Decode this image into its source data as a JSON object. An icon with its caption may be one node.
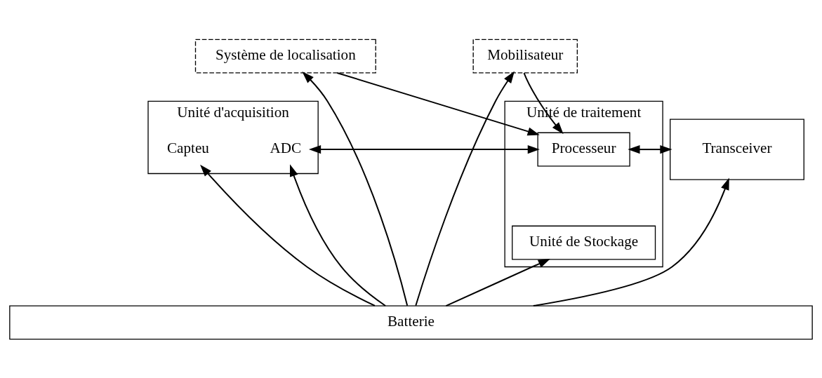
{
  "diagram": {
    "nodes": [
      {
        "text": [
          "Système de localisation"
        ]
      },
      {
        "text": [
          "Mobilisateur"
        ]
      },
      {
        "text": [
          "Unité d'acquisition"
        ]
      },
      {
        "text": [
          "Capteu"
        ],
        "in": 2
      },
      {
        "text": [
          "ADC"
        ],
        "in": 2
      },
      {
        "text": [
          "Unité de traitement"
        ]
      },
      {
        "text": [
          "Processeur"
        ],
        "in": 5
      },
      {
        "text": [
          "Unité de Stockage"
        ],
        "in": 5
      },
      {
        "text": [
          "Transceiver"
        ]
      },
      {
        "text": [
          "Batterie"
        ]
      }
    ],
    "edges": [
      {
        "from": 9,
        "to": 0,
        "arrow": "to"
      },
      {
        "from": 9,
        "to": 3,
        "arrow": "to"
      },
      {
        "from": 9,
        "to": 4,
        "arrow": "to"
      },
      {
        "from": 9,
        "to": 7,
        "arrow": "to"
      },
      {
        "from": 9,
        "to": 8,
        "arrow": "to"
      },
      {
        "from": 9,
        "to": 1,
        "arrow": "to"
      },
      {
        "from": 0,
        "to": 6,
        "arrow": "to"
      },
      {
        "from": 1,
        "to": 6,
        "arrow": "to"
      },
      {
        "from": 2,
        "to": 6,
        "arrow": "both"
      },
      {
        "from": 6,
        "to": 8,
        "arrow": "both"
      }
    ]
  }
}
